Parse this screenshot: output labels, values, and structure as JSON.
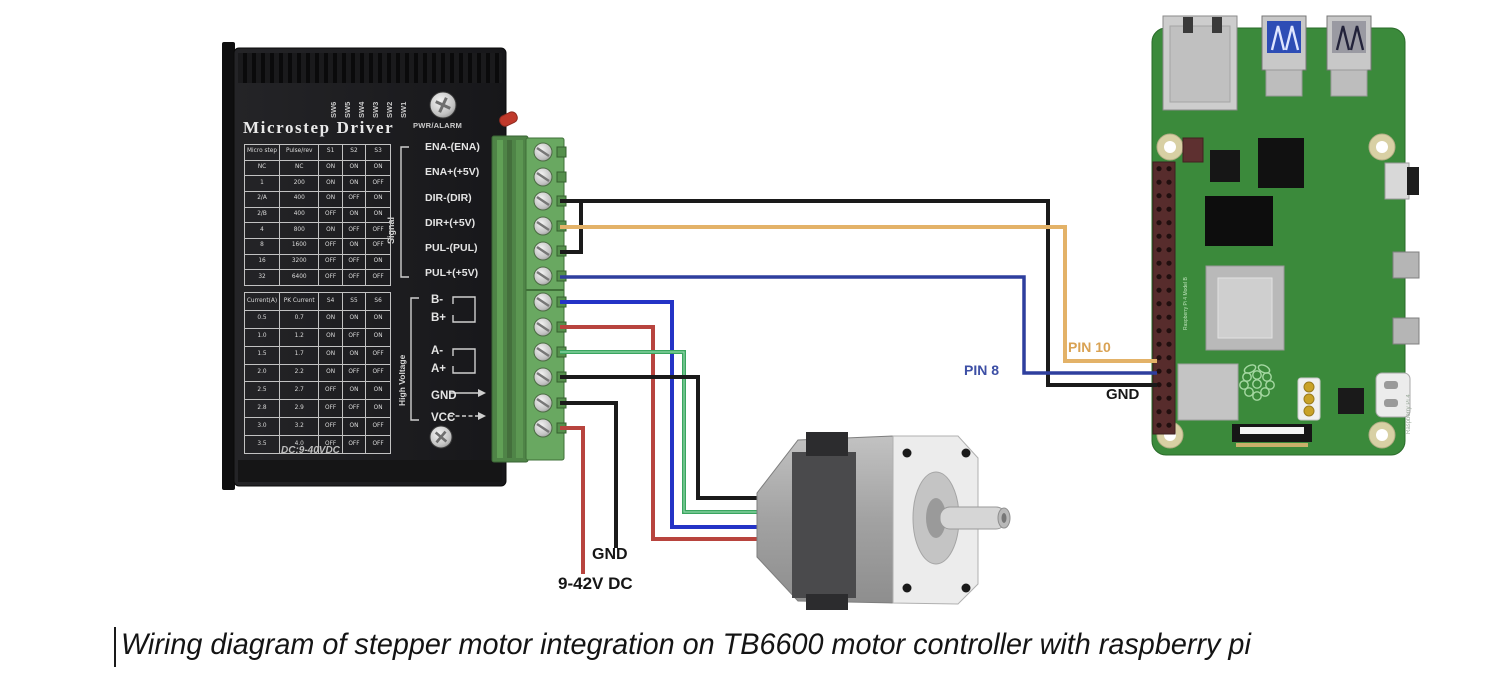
{
  "driver": {
    "title": "Microstep Driver",
    "pwr_alarm_label": "PWR/ALARM",
    "voltage_rating": "DC:9-40VDC",
    "dip_switches": [
      "SW6",
      "SW5",
      "SW4",
      "SW3",
      "SW2",
      "SW1"
    ],
    "signal_group": {
      "label": "Signal",
      "terminals": [
        "ENA-(ENA)",
        "ENA+(+5V)",
        "DIR-(DIR)",
        "DIR+(+5V)",
        "PUL-(PUL)",
        "PUL+(+5V)"
      ]
    },
    "high_voltage_group": {
      "label": "High Voltage",
      "terminals": [
        "B-",
        "B+",
        "A-",
        "A+",
        "GND",
        "VCC"
      ]
    },
    "microstep_table": {
      "headers": [
        "Micro step",
        "Pulse/rev",
        "S1",
        "S2",
        "S3"
      ],
      "rows": [
        [
          "NC",
          "NC",
          "ON",
          "ON",
          "ON"
        ],
        [
          "1",
          "200",
          "ON",
          "ON",
          "OFF"
        ],
        [
          "2/A",
          "400",
          "ON",
          "OFF",
          "ON"
        ],
        [
          "2/B",
          "400",
          "OFF",
          "ON",
          "ON"
        ],
        [
          "4",
          "800",
          "ON",
          "OFF",
          "OFF"
        ],
        [
          "8",
          "1600",
          "OFF",
          "ON",
          "OFF"
        ],
        [
          "16",
          "3200",
          "OFF",
          "OFF",
          "ON"
        ],
        [
          "32",
          "6400",
          "OFF",
          "OFF",
          "OFF"
        ]
      ]
    },
    "current_table": {
      "headers": [
        "Current(A)",
        "PK Current",
        "S4",
        "S5",
        "S6"
      ],
      "rows": [
        [
          "0.5",
          "0.7",
          "ON",
          "ON",
          "ON"
        ],
        [
          "1.0",
          "1.2",
          "ON",
          "OFF",
          "ON"
        ],
        [
          "1.5",
          "1.7",
          "ON",
          "ON",
          "OFF"
        ],
        [
          "2.0",
          "2.2",
          "ON",
          "OFF",
          "OFF"
        ],
        [
          "2.5",
          "2.7",
          "OFF",
          "ON",
          "ON"
        ],
        [
          "2.8",
          "2.9",
          "OFF",
          "OFF",
          "ON"
        ],
        [
          "3.0",
          "3.2",
          "OFF",
          "ON",
          "OFF"
        ],
        [
          "3.5",
          "4.0",
          "OFF",
          "OFF",
          "OFF"
        ]
      ]
    }
  },
  "wiring": {
    "pin10_label": "PIN 10",
    "pin8_label": "PIN 8",
    "gnd_label": "GND",
    "supply_gnd_label": "GND",
    "supply_voltage_label": "9-42V DC",
    "colors": {
      "direction_wire": "#e3b268",
      "pulse_wire": "#2e3f9e",
      "ground_wire": "#1a1a1a",
      "coil_b_minus": "#2433c6",
      "coil_b_plus": "#b8443e",
      "coil_a_minus": "#3aa55f",
      "coil_a_plus": "#1a1a1a",
      "vcc_wire": "#b8443e"
    }
  },
  "raspberry_pi": {
    "silk_text_side": "Raspberry Pi 4 Model B",
    "silk_text_edge": "Raspberry Pi 4"
  },
  "caption": "Wiring diagram of stepper motor integration on TB6600 motor controller with raspberry pi"
}
